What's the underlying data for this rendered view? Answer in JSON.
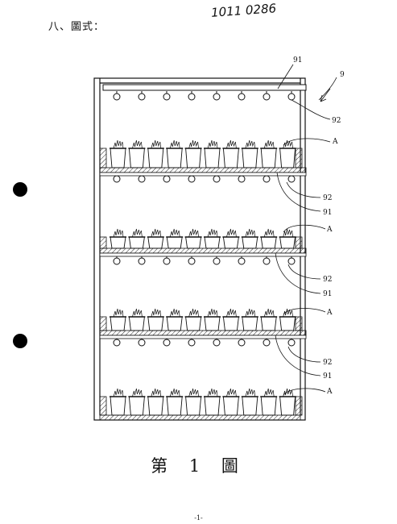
{
  "heading": "八、圖式：",
  "handwritten_note": "1011 0286",
  "figure_caption": "第 1 圖",
  "page_number": "-1-",
  "labels": {
    "frame": "9",
    "rod": "91",
    "hook": "92",
    "plant_unit": "A"
  },
  "shelf_tiers": 4,
  "pots_per_tier": 10,
  "hooks_per_rod": 8
}
